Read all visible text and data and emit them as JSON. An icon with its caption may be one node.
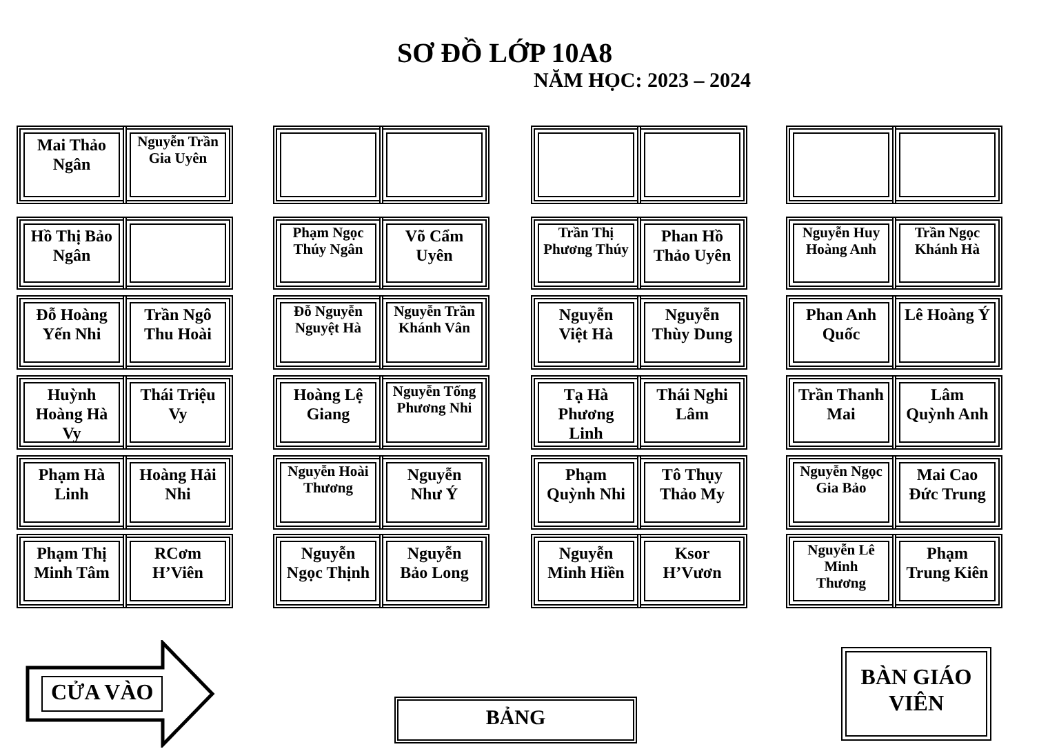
{
  "diagram": {
    "title": "SƠ ĐỒ LỚP 10A8",
    "nodes": [
      {
        "text": [
          "Mai Thảo Ngân"
        ]
      },
      {
        "text": [
          "Nguyễn Trần Gia Uyên"
        ]
      },
      {
        "text": [],
        "shape": "box"
      },
      {
        "text": [],
        "shape": "box"
      },
      {
        "text": [],
        "shape": "box"
      },
      {
        "text": [],
        "shape": "box"
      },
      {
        "text": [],
        "shape": "box"
      },
      {
        "text": [],
        "shape": "box"
      },
      {
        "text": [
          "Hồ Thị Bảo Ngân"
        ]
      },
      {
        "text": [],
        "shape": "box"
      },
      {
        "text": [
          "Phạm Ngọc Thúy Ngân"
        ]
      },
      {
        "text": [
          "Võ Cẩm Uyên"
        ]
      },
      {
        "text": [
          "Trần Thị Phương Thúy"
        ]
      },
      {
        "text": [
          "Phan Hồ Thảo Uyên"
        ]
      },
      {
        "text": [
          "Nguyễn Huy Hoàng Anh"
        ]
      },
      {
        "text": [
          "Trần Ngọc Khánh Hà"
        ]
      },
      {
        "text": [
          "Đỗ Hoàng Yến Nhi"
        ]
      },
      {
        "text": [
          "Trần Ngô Thu Hoài"
        ]
      },
      {
        "text": [
          "Đỗ Nguyễn Nguyệt Hà"
        ]
      },
      {
        "text": [
          "Nguyễn Trần Khánh Vân"
        ]
      },
      {
        "text": [
          "Nguyễn Việt Hà"
        ]
      },
      {
        "text": [
          "Nguyễn Thùy Dung"
        ]
      },
      {
        "text": [
          "Phan Anh Quốc"
        ]
      },
      {
        "text": [
          "Lê Hoàng Ý"
        ]
      },
      {
        "text": [
          "Huỳnh Hoàng Hà Vy"
        ]
      },
      {
        "text": [
          "Thái Triệu Vy"
        ]
      },
      {
        "text": [
          "Hoàng Lệ Giang"
        ]
      },
      {
        "text": [
          "Nguyễn Tống Phương Nhi"
        ]
      },
      {
        "text": [
          "Tạ Hà Phương Linh"
        ]
      },
      {
        "text": [
          "Thái Nghi Lâm"
        ]
      },
      {
        "text": [
          "Trần Thanh Mai"
        ]
      },
      {
        "text": [
          "Lâm Quỳnh Anh"
        ]
      },
      {
        "text": [
          "Phạm Hà Linh"
        ]
      },
      {
        "text": [
          "Hoàng Hải Nhi"
        ]
      },
      {
        "text": [
          "Nguyễn Hoài Thương"
        ]
      },
      {
        "text": [
          "Nguyễn Như Ý"
        ]
      },
      {
        "text": [
          "Phạm Quỳnh Nhi"
        ]
      },
      {
        "text": [
          "Tô Thụy Thảo My"
        ]
      },
      {
        "text": [
          "Nguyễn Ngọc Gia Bảo"
        ]
      },
      {
        "text": [
          "Mai Cao Đức Trung"
        ]
      },
      {
        "text": [
          "Phạm Thị Minh Tâm"
        ]
      },
      {
        "text": [
          "RCơm H’Viên"
        ]
      },
      {
        "text": [
          "Nguyễn Ngọc Thịnh"
        ]
      },
      {
        "text": [
          "Nguyễn Bảo Long"
        ]
      },
      {
        "text": [
          "Nguyễn Minh Hiền"
        ]
      },
      {
        "text": [
          "Ksor H’Vươn"
        ]
      },
      {
        "text": [
          "Nguyễn Lê Minh Thương"
        ]
      },
      {
        "text": [
          "Phạm Trung Kiên"
        ]
      },
      {
        "text": [
          "CỬA VÀO"
        ]
      },
      {
        "text": [
          "BẢNG"
        ]
      },
      {
        "text": [
          "BÀN GIÁO VIÊN"
        ]
      }
    ],
    "labels": [
      "NĂM HỌC: 2023 – 2024"
    ]
  }
}
